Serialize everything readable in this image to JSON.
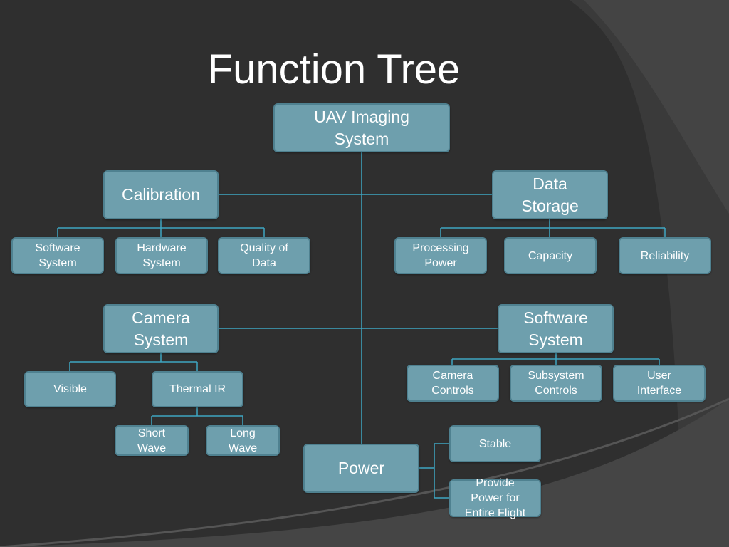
{
  "slide": {
    "title": "Function Tree",
    "colors": {
      "background": "#3a3a3a",
      "node_fill": "#6e9fad",
      "node_border": "#4f8190",
      "connector": "#3fa6c2"
    }
  },
  "tree": {
    "root": "UAV Imaging\nSystem",
    "calibration": {
      "label": "Calibration",
      "children": [
        "Software\nSystem",
        "Hardware\nSystem",
        "Quality of\nData"
      ]
    },
    "data_storage": {
      "label": "Data\nStorage",
      "children": [
        "Processing\nPower",
        "Capacity",
        "Reliability"
      ]
    },
    "camera_system": {
      "label": "Camera\nSystem",
      "children": [
        "Visible",
        "Thermal IR"
      ],
      "thermal_children": [
        "Short\nWave",
        "Long\nWave"
      ]
    },
    "software_system": {
      "label": "Software\nSystem",
      "children": [
        "Camera\nControls",
        "Subsystem\nControls",
        "User\nInterface"
      ]
    },
    "power": {
      "label": "Power",
      "children": [
        "Stable",
        "Provide\nPower for\nEntire Flight"
      ]
    }
  }
}
